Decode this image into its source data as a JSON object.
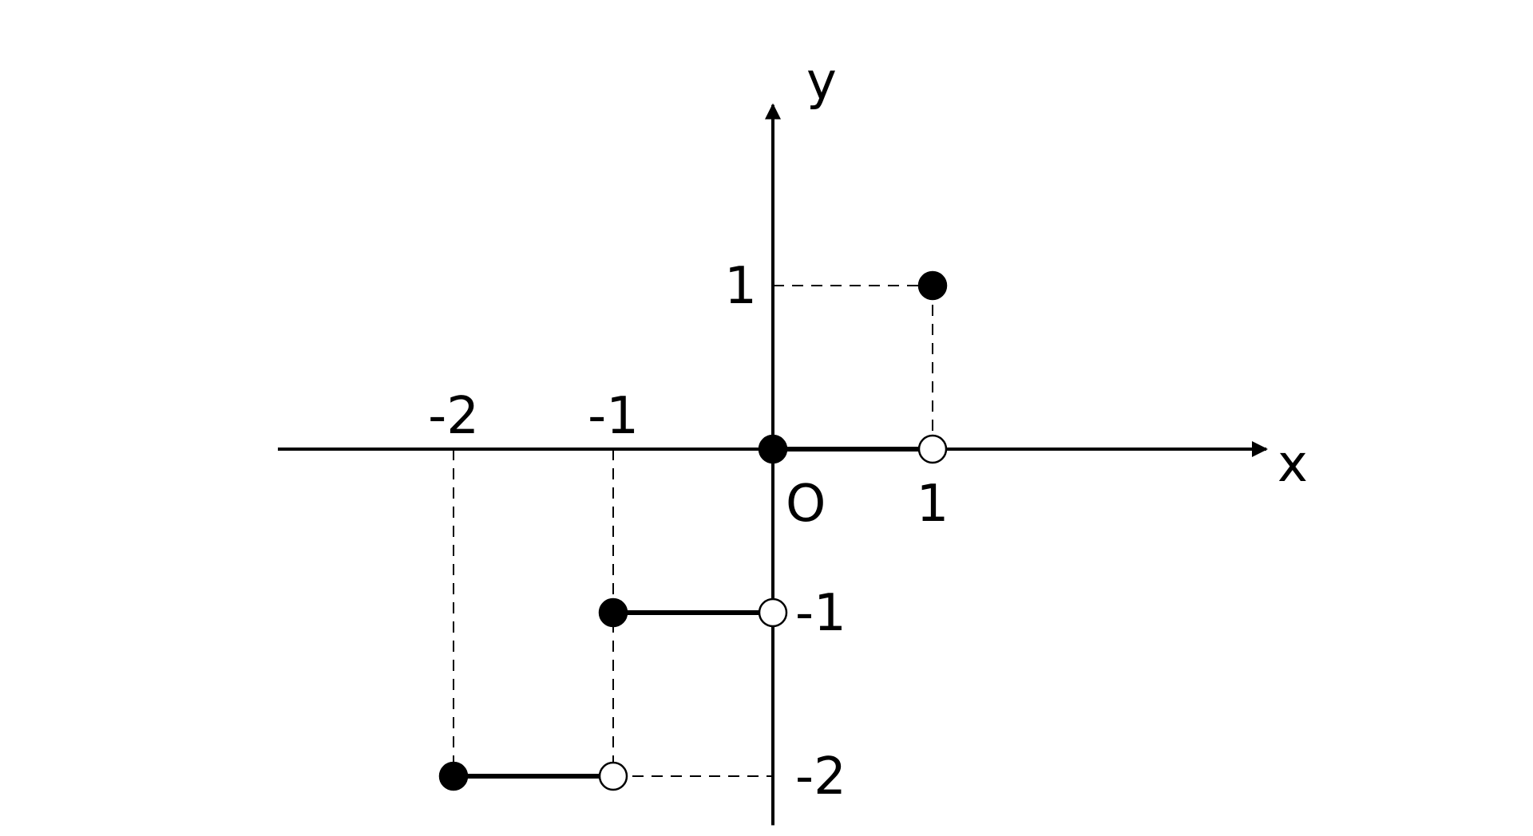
{
  "chart_data": {
    "type": "line",
    "axes": {
      "x_label": "x",
      "y_label": "y",
      "origin_label": "O",
      "xlim": [
        -3.1,
        3.1
      ],
      "ylim": [
        -2.3,
        2.3
      ],
      "x_ticks": [
        {
          "value": -2,
          "label": "-2"
        },
        {
          "value": -1,
          "label": "-1"
        },
        {
          "value": 1,
          "label": "1"
        }
      ],
      "y_ticks": [
        {
          "value": 1,
          "label": "1"
        },
        {
          "value": -1,
          "label": "-1"
        },
        {
          "value": -2,
          "label": "-2"
        }
      ],
      "grid": false
    },
    "segments": [
      {
        "x_start": -2,
        "x_end": -1,
        "y": -2,
        "start_closed": true,
        "end_closed": false
      },
      {
        "x_start": -1,
        "x_end": 0,
        "y": -1,
        "start_closed": true,
        "end_closed": false
      },
      {
        "x_start": 0,
        "x_end": 1,
        "y": 0,
        "start_closed": true,
        "end_closed": false
      }
    ],
    "points": [
      {
        "x": 1,
        "y": 1,
        "closed": true
      }
    ],
    "guides": [
      {
        "x1": -2,
        "y1": 0,
        "x2": -2,
        "y2": -2
      },
      {
        "x1": -1,
        "y1": 0,
        "x2": -1,
        "y2": -2
      },
      {
        "x1": -1,
        "y1": -2,
        "x2": 0,
        "y2": -2
      },
      {
        "x1": 0,
        "y1": 1,
        "x2": 1,
        "y2": 1
      },
      {
        "x1": 1,
        "y1": 1,
        "x2": 1,
        "y2": 0
      }
    ]
  }
}
